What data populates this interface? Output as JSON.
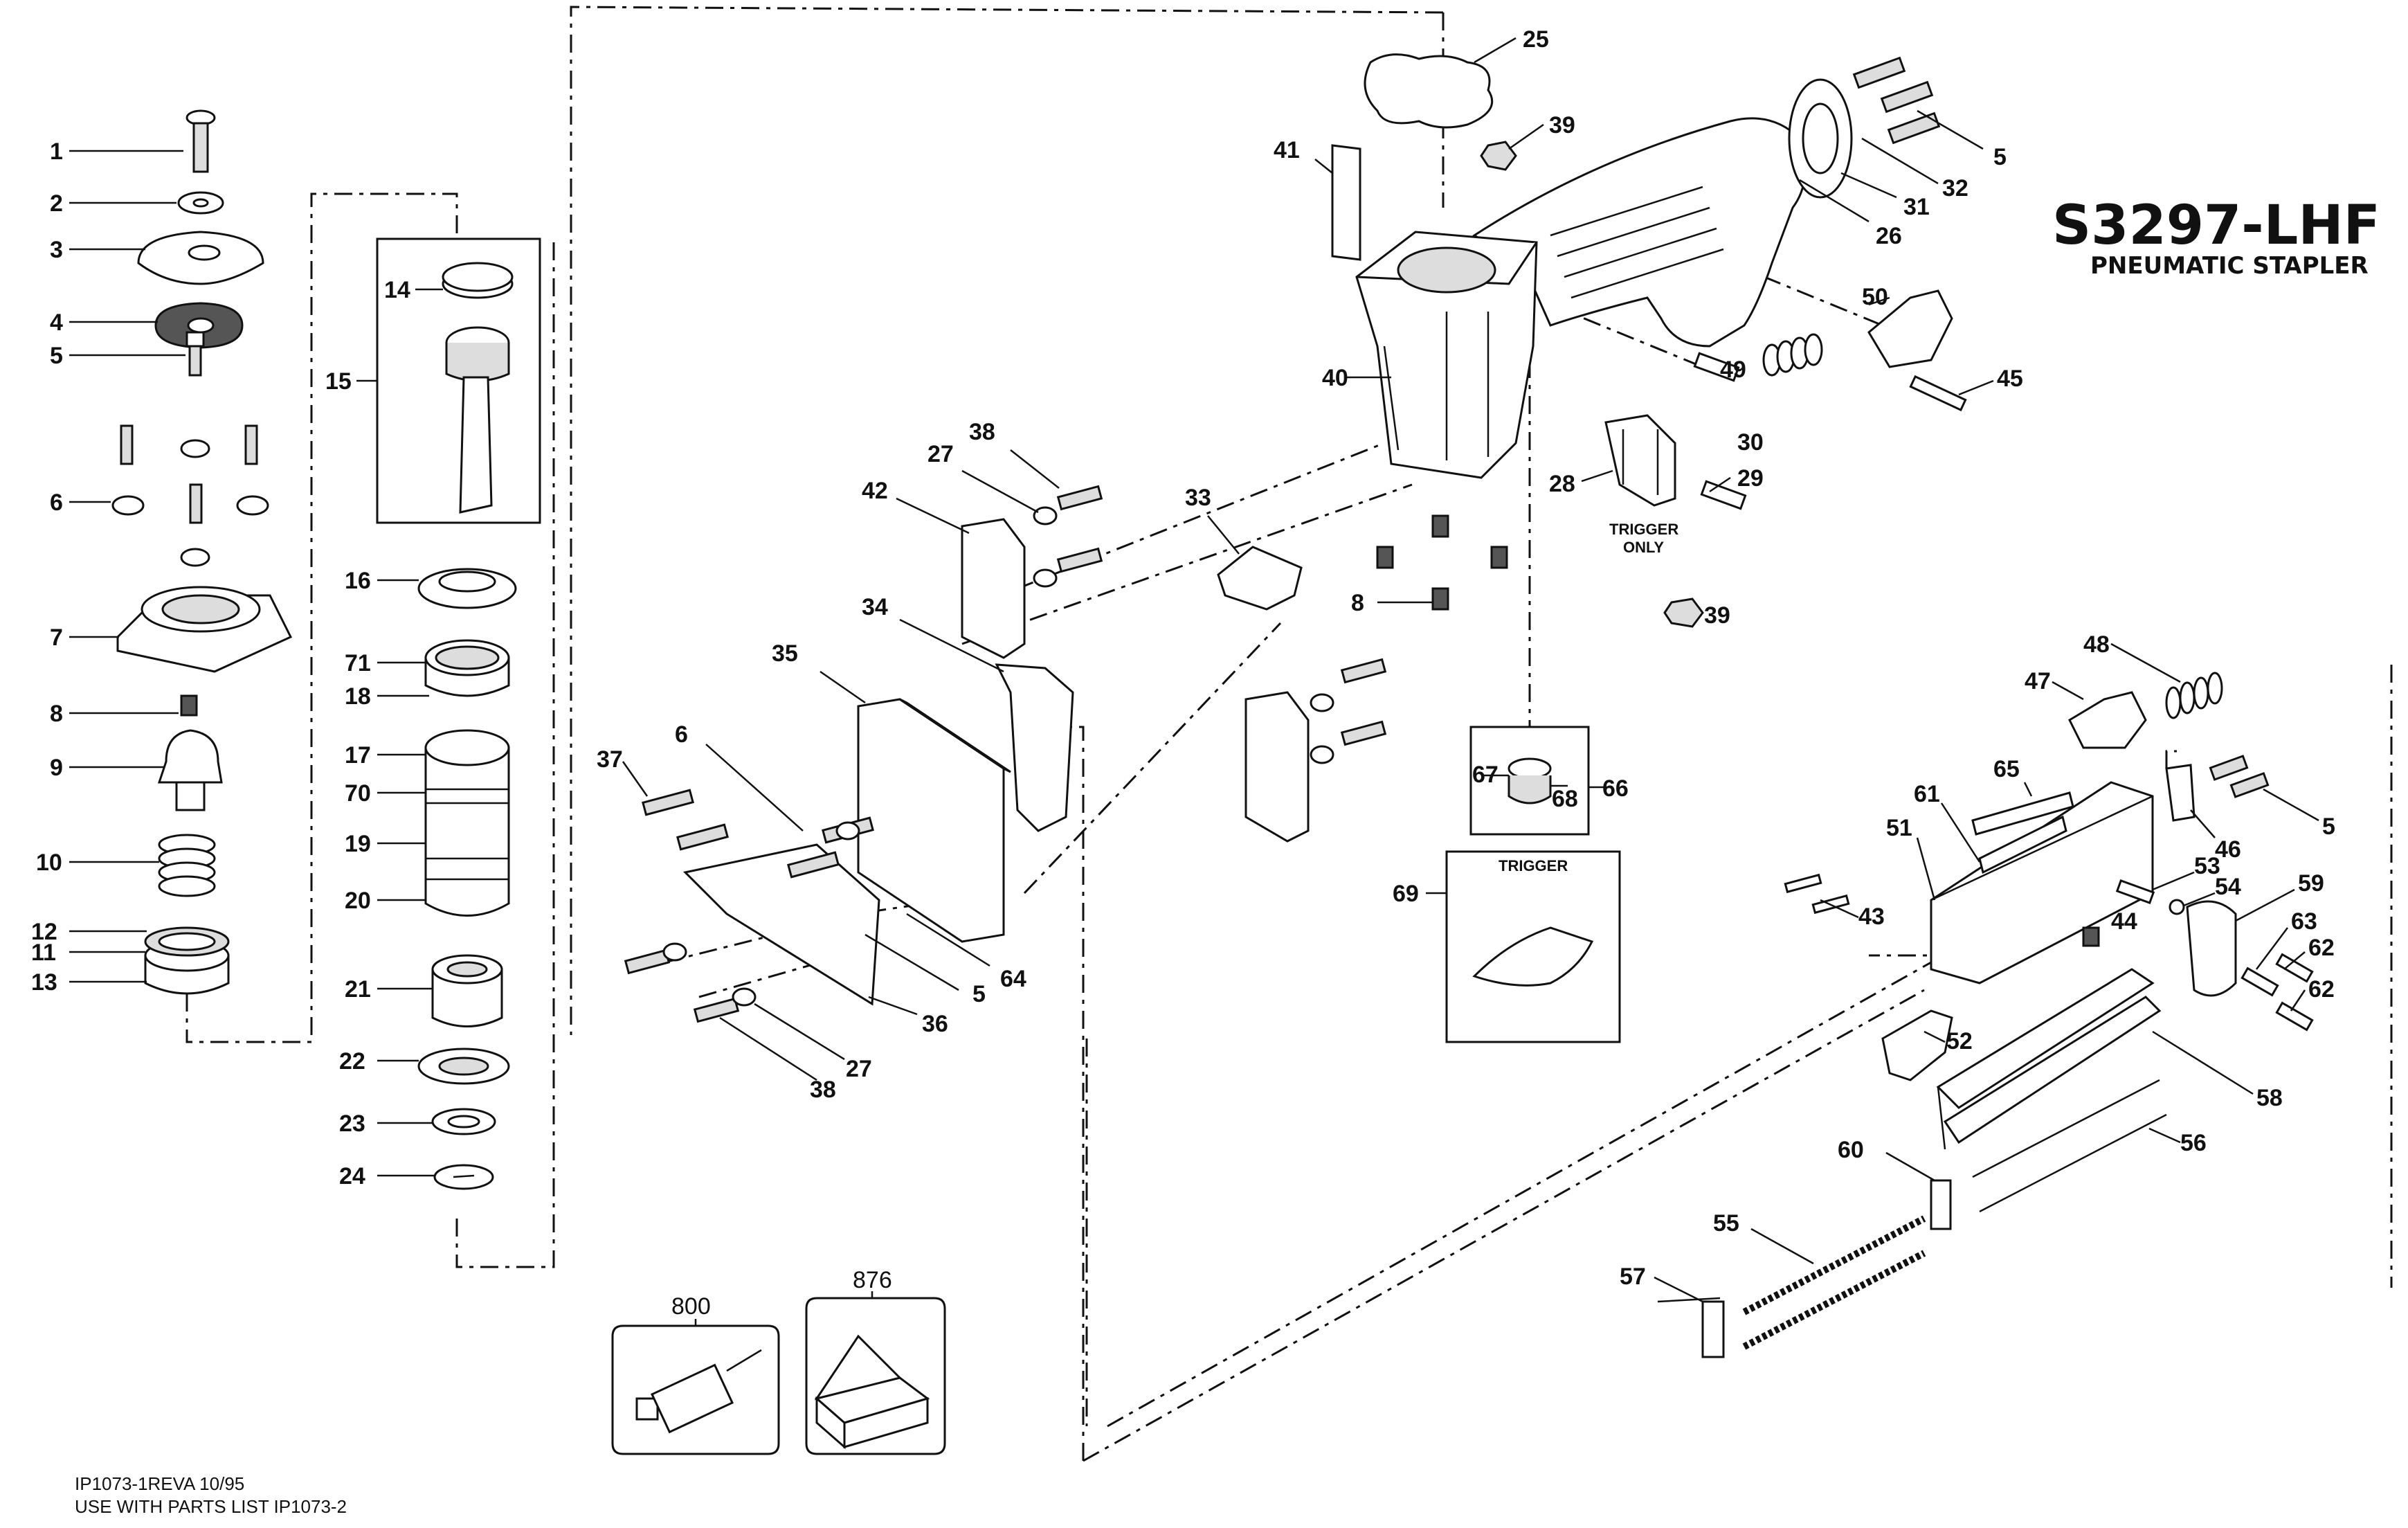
{
  "title": "S3297-LHF",
  "subtitle": "PNEUMATIC STAPLER",
  "footer": {
    "line1": "IP1073-1REVA   10/95",
    "line2": "USE WITH PARTS LIST IP1073-2"
  },
  "notes": {
    "trigger_only_1": "TRIGGER",
    "trigger_only_2": "ONLY",
    "trigger_box": "TRIGGER"
  },
  "labels": {
    "p1": "1",
    "p2": "2",
    "p3": "3",
    "p4": "4",
    "p5a": "5",
    "p6a": "6",
    "p7": "7",
    "p8a": "8",
    "p9": "9",
    "p10": "10",
    "p12": "12",
    "p11": "11",
    "p13": "13",
    "p14": "14",
    "p15": "15",
    "p16": "16",
    "p71": "71",
    "p18": "18",
    "p17": "17",
    "p70": "70",
    "p19": "19",
    "p20": "20",
    "p21": "21",
    "p22": "22",
    "p23": "23",
    "p24": "24",
    "p25": "25",
    "p39a": "39",
    "p41": "41",
    "p5b": "5",
    "p32": "32",
    "p31": "31",
    "p26": "26",
    "p40": "40",
    "p39b": "39",
    "p49": "49",
    "p30": "30",
    "p50": "50",
    "p45": "45",
    "p28": "28",
    "p29": "29",
    "p38a": "38",
    "p27a": "27",
    "p42": "42",
    "p33": "33",
    "p8b": "8",
    "p34": "34",
    "p35": "35",
    "p37": "37",
    "p6b": "6",
    "p64": "64",
    "p5c": "5",
    "p36": "36",
    "p27b": "27",
    "p38b": "38",
    "p67": "67",
    "p68": "68",
    "p66": "66",
    "p69": "69",
    "p48": "48",
    "p47": "47",
    "p65": "65",
    "p61": "61",
    "p51": "51",
    "p5d": "5",
    "p46": "46",
    "p53": "53",
    "p54": "54",
    "p59": "59",
    "p43": "43",
    "p44": "44",
    "p63": "63",
    "p62a": "62",
    "p62b": "62",
    "p52": "52",
    "p58": "58",
    "p56": "56",
    "p60": "60",
    "p55": "55",
    "p57": "57",
    "p800": "800",
    "p876": "876"
  }
}
